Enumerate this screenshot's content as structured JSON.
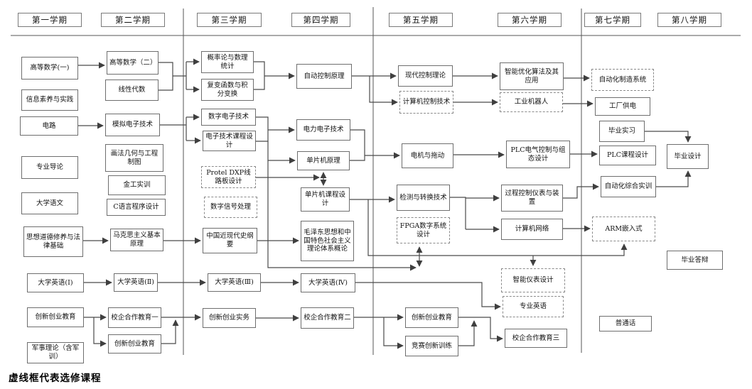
{
  "legend": {
    "note": "虚线框代表选修课程"
  },
  "colors": {
    "background": "#ffffff",
    "line": "#4a4a4a",
    "box_border": "#6e6e6e",
    "dashed_border": "#8a8a8a",
    "text": "#111111"
  },
  "semesters": [
    {
      "label": "第一学期"
    },
    {
      "label": "第二学期"
    },
    {
      "label": "第三学期"
    },
    {
      "label": "第四学期"
    },
    {
      "label": "第五学期"
    },
    {
      "label": "第六学期"
    },
    {
      "label": "第七学期"
    },
    {
      "label": "第八学期"
    }
  ],
  "courses": {
    "adv_math_1": {
      "label": "高等数学(一)",
      "elective": false
    },
    "info_literacy": {
      "label": "信息素养与实践",
      "elective": false
    },
    "circuits": {
      "label": "电路",
      "elective": false
    },
    "major_intro": {
      "label": "专业导论",
      "elective": false
    },
    "college_chinese": {
      "label": "大学语文",
      "elective": false
    },
    "moral_law": {
      "label": "思想道德修养与法律基础",
      "elective": false
    },
    "english_1": {
      "label": "大学英语(Ⅰ)",
      "elective": false
    },
    "innovation_edu_1": {
      "label": "创新创业教育",
      "elective": false
    },
    "military_theory": {
      "label": "军事理论（含军训）",
      "elective": false
    },
    "adv_math_2": {
      "label": "高等数学（二）",
      "elective": false
    },
    "linear_algebra": {
      "label": "线性代数",
      "elective": false
    },
    "analog_electronics": {
      "label": "模拟电子技术",
      "elective": false
    },
    "descriptive_geometry": {
      "label": "画法几何与工程制图",
      "elective": false
    },
    "metalworking": {
      "label": "金工实训",
      "elective": false
    },
    "c_programming": {
      "label": "C语言程序设计",
      "elective": false
    },
    "marxism": {
      "label": "马克思主义基本原理",
      "elective": false
    },
    "english_2": {
      "label": "大学英语(Ⅱ)",
      "elective": false
    },
    "school_enterprise_1": {
      "label": "校企合作教育一",
      "elective": false
    },
    "innovation_edu_2": {
      "label": "创新创业教育",
      "elective": false
    },
    "probability": {
      "label": "概率论与数理统计",
      "elective": false
    },
    "complex_functions": {
      "label": "复变函数与积分变换",
      "elective": false
    },
    "digital_electronics": {
      "label": "数字电子技术",
      "elective": false
    },
    "electronics_course_design": {
      "label": "电子技术课程设计",
      "elective": false
    },
    "protel_dxp": {
      "label": "Protel DXP线路板设计",
      "elective": true
    },
    "dsp": {
      "label": "数字信号处理",
      "elective": true
    },
    "modern_history": {
      "label": "中国近现代史纲要",
      "elective": false
    },
    "english_3": {
      "label": "大学英语(Ⅲ)",
      "elective": false
    },
    "innovation_practice": {
      "label": "创新创业实务",
      "elective": false
    },
    "auto_control": {
      "label": "自动控制原理",
      "elective": false
    },
    "power_electronics": {
      "label": "电力电子技术",
      "elective": false
    },
    "mcu_principle": {
      "label": "单片机原理",
      "elective": false
    },
    "mcu_course_design": {
      "label": "单片机课程设计",
      "elective": false
    },
    "mao_thought": {
      "label": "毛泽东思想和中国特色社会主义理论体系概论",
      "elective": false
    },
    "english_4": {
      "label": "大学英语(Ⅳ)",
      "elective": false
    },
    "school_enterprise_2": {
      "label": "校企合作教育二",
      "elective": false
    },
    "modern_control": {
      "label": "现代控制理论",
      "elective": false
    },
    "computer_control": {
      "label": "计算机控制技术",
      "elective": true
    },
    "motor_drive": {
      "label": "电机与拖动",
      "elective": false
    },
    "detection_conversion": {
      "label": "检测与转换技术",
      "elective": false
    },
    "fpga_design": {
      "label": "FPGA数字系统设计",
      "elective": true
    },
    "innovation_edu_5": {
      "label": "创新创业教育",
      "elective": false
    },
    "competition_training": {
      "label": "竞赛创新训练",
      "elective": false
    },
    "intelligent_optimization": {
      "label": "智能优化算法及其应用",
      "elective": false
    },
    "industrial_robot": {
      "label": "工业机器人",
      "elective": true
    },
    "plc_control": {
      "label": "PLC电气控制与组态设计",
      "elective": false
    },
    "process_control": {
      "label": "过程控制仪表与装置",
      "elective": false
    },
    "computer_network": {
      "label": "计算机网络",
      "elective": false
    },
    "intelligent_instrument": {
      "label": "智能仪表设计",
      "elective": true
    },
    "professional_english": {
      "label": "专业英语",
      "elective": true
    },
    "school_enterprise_3": {
      "label": "校企合作教育三",
      "elective": false
    },
    "automated_manufacturing": {
      "label": "自动化制造系统",
      "elective": true
    },
    "factory_power": {
      "label": "工厂供电",
      "elective": false
    },
    "graduation_internship": {
      "label": "毕业实习",
      "elective": false
    },
    "plc_course_design": {
      "label": "PLC课程设计",
      "elective": false
    },
    "automation_training": {
      "label": "自动化综合实训",
      "elective": false
    },
    "arm_embedded": {
      "label": "ARM嵌入式",
      "elective": true
    },
    "mandarin": {
      "label": "普通话",
      "elective": false
    },
    "graduation_design": {
      "label": "毕业设计",
      "elective": false
    },
    "graduation_defense": {
      "label": "毕业答辩",
      "elective": false
    }
  }
}
